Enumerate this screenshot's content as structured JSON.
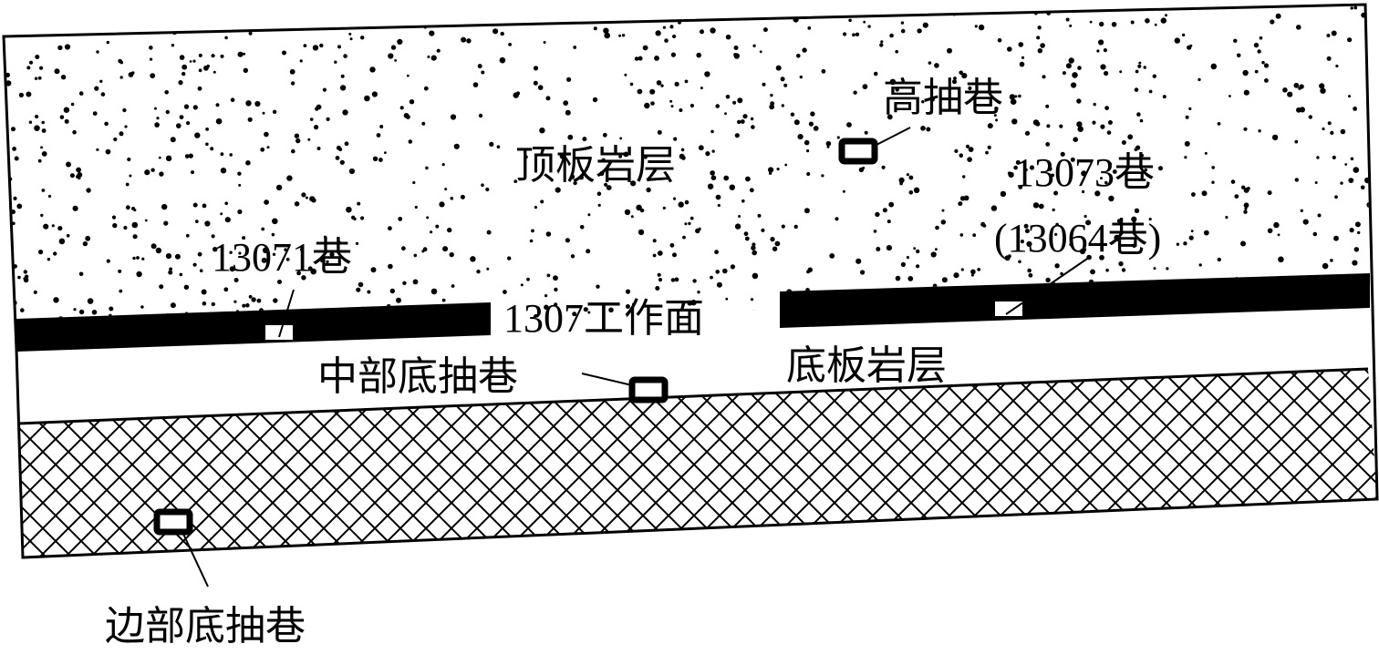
{
  "labels": {
    "roof_strata": "顶板岩层",
    "floor_strata": "底板岩层",
    "high_drainage_roadway": "高抽巷",
    "roadway_13073": "13073巷",
    "roadway_13064": "(13064巷)",
    "roadway_13071": "13071巷",
    "working_face": "1307工作面",
    "middle_floor_drainage_roadway": "中部底抽巷",
    "side_floor_drainage_roadway": "边部底抽巷"
  }
}
